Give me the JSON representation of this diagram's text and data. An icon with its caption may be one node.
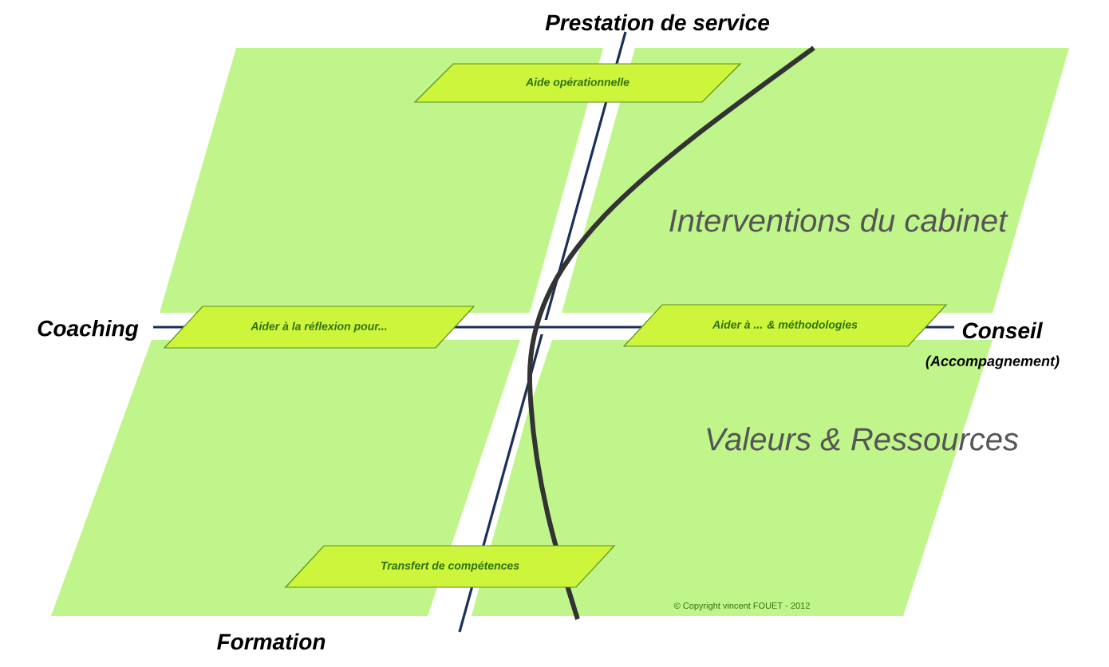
{
  "diagram": {
    "nodes": [
      {
        "text": [
          "Aide opérationnelle"
        ]
      },
      {
        "text": [
          "Aider  à la réflexion pour..."
        ]
      },
      {
        "text": [
          "Aider à ... & méthodologies"
        ]
      },
      {
        "text": [
          "Transfert de compétences"
        ]
      }
    ],
    "labels": [
      "Prestation de service",
      "Interventions du cabinet",
      "Coaching",
      "Conseil",
      "(Accompagnement)",
      "Valeurs & Ressources",
      "© Copyright vincent FOUET - 2012",
      "Formation"
    ]
  }
}
